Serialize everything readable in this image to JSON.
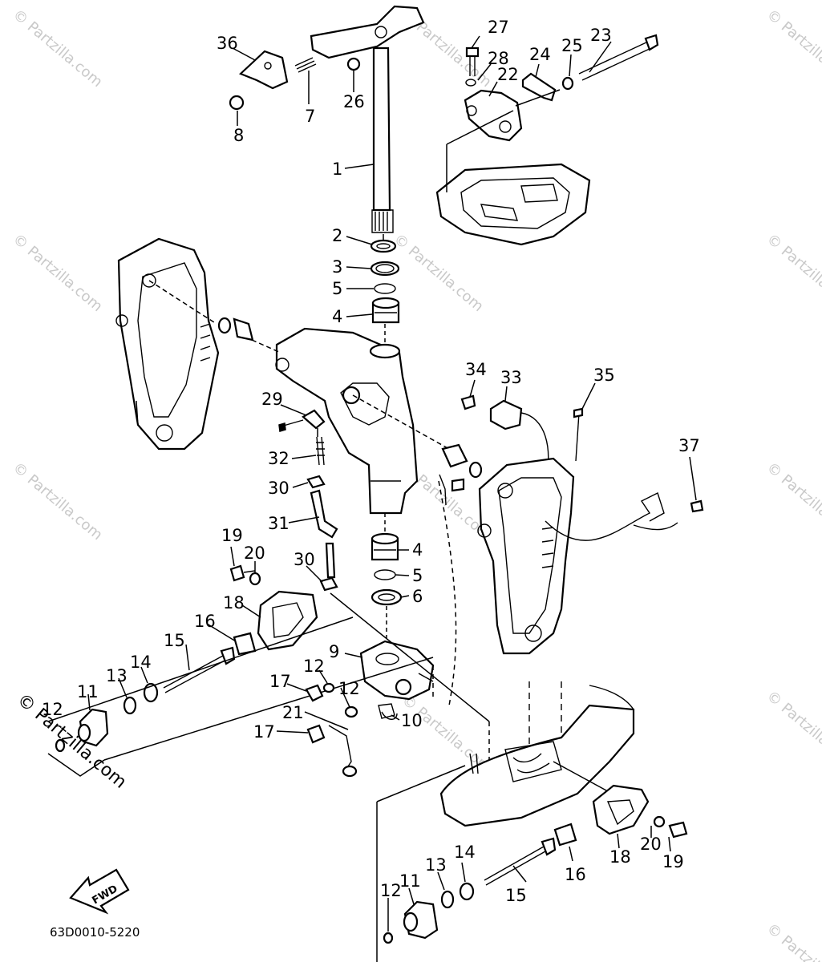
{
  "diagram_code": "63D0010-5220",
  "fwd_label": "FWD",
  "watermark": "© Partzilla.com",
  "callouts": {
    "c36": "36",
    "c7": "7",
    "c8": "8",
    "c26": "26",
    "c27": "27",
    "c28": "28",
    "c24": "24",
    "c25": "25",
    "c23": "23",
    "c22": "22",
    "c1": "1",
    "c2": "2",
    "c3": "3",
    "c5a": "5",
    "c4a": "4",
    "c34": "34",
    "c33": "33",
    "c35": "35",
    "c29": "29",
    "c32": "32",
    "c30a": "30",
    "c37": "37",
    "c31": "31",
    "c4b": "4",
    "c5b": "5",
    "c19a": "19",
    "c20a": "20",
    "c30b": "30",
    "c6": "6",
    "c18a": "18",
    "c16a": "16",
    "c15a": "15",
    "c9": "9",
    "c14a": "14",
    "c13a": "13",
    "c12a": "12",
    "c11a": "11",
    "c12b": "12",
    "c17a": "17",
    "c12c": "12",
    "c21": "21",
    "c10": "10",
    "c17b": "17",
    "c18b": "18",
    "c20b": "20",
    "c19b": "19",
    "c16b": "16",
    "c14b": "14",
    "c13b": "13",
    "c15b": "15",
    "c11b": "11",
    "c12d": "12"
  }
}
